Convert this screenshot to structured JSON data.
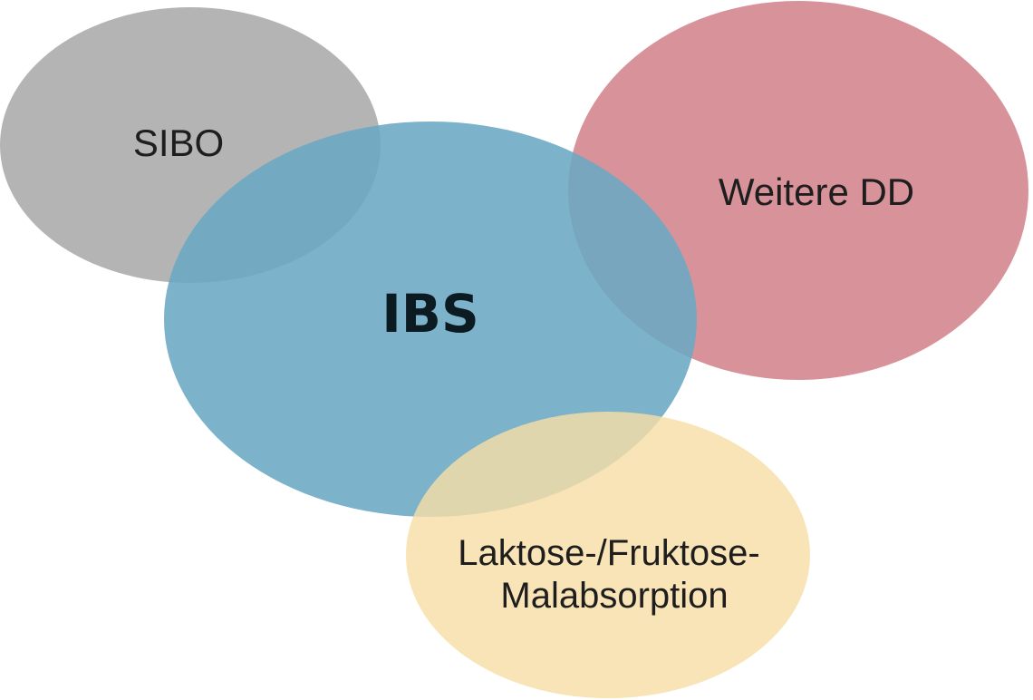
{
  "diagram": {
    "type": "overlapping-ellipses",
    "sets": {
      "sibo": {
        "label": "SIBO",
        "color": "#b4b4b4"
      },
      "ibs": {
        "label": "IBS",
        "color": "#6aa8c4"
      },
      "weitere": {
        "label": "Weitere DD",
        "color": "#d58a91"
      },
      "malabsorption": {
        "label_line1": "Laktose-/Fruktose-",
        "label_line2": "Malabsorption",
        "color": "#f7dea6"
      }
    },
    "overlaps": [
      [
        "IBS",
        "SIBO"
      ],
      [
        "IBS",
        "Weitere DD"
      ],
      [
        "IBS",
        "Laktose-/Fruktose-Malabsorption"
      ]
    ]
  }
}
